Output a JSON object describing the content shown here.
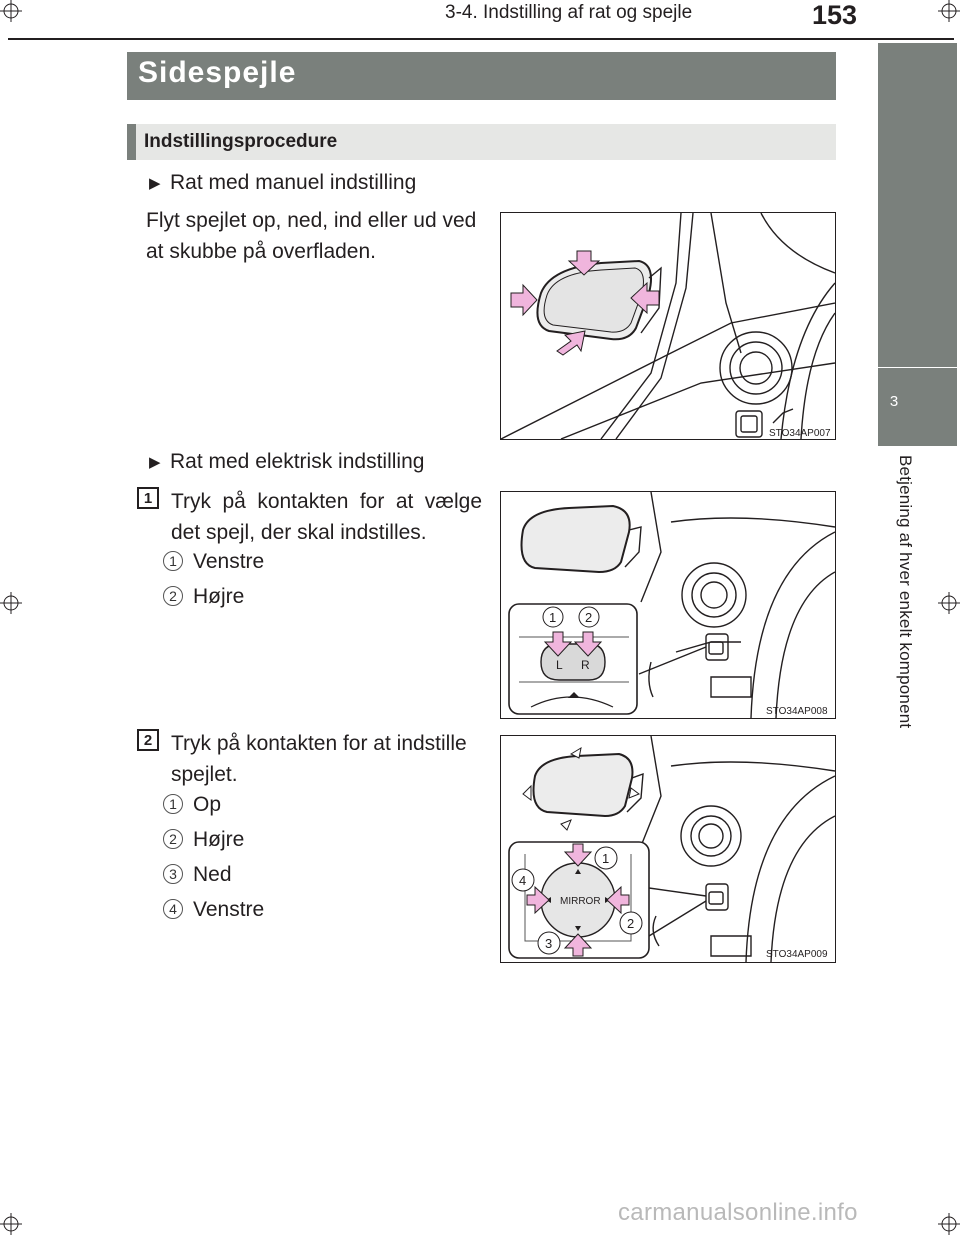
{
  "header": {
    "section": "3-4. Indstilling af rat og spejle",
    "page_number": "153"
  },
  "side_tab": {
    "chapter_number": "3",
    "chapter_title": "Betjening af hver enkelt komponent"
  },
  "title": "Sidespejle",
  "subtitle": "Indstillingsprocedure",
  "manual": {
    "bullet": "Rat med manuel indstilling",
    "text": "Flyt spejlet op, ned, ind eller ud ved at skubbe på overfladen.",
    "figure_code": "STO34AP007"
  },
  "electric": {
    "bullet": "Rat med elektrisk indstilling",
    "step1": {
      "number": "1",
      "text": "Tryk på kontakten for at vælge det spejl, der skal indstilles.",
      "items": [
        {
          "n": "1",
          "label": "Venstre"
        },
        {
          "n": "2",
          "label": "Højre"
        }
      ],
      "figure_code": "STO34AP008",
      "switch_labels": [
        "L",
        "R"
      ]
    },
    "step2": {
      "number": "2",
      "text": "Tryk på kontakten for at indstille spejlet.",
      "items": [
        {
          "n": "1",
          "label": "Op"
        },
        {
          "n": "2",
          "label": "Højre"
        },
        {
          "n": "3",
          "label": "Ned"
        },
        {
          "n": "4",
          "label": "Venstre"
        }
      ],
      "figure_code": "STO34AP009",
      "switch_label": "MIRROR"
    }
  },
  "footer": {
    "watermark": "carmanualsonline.info"
  }
}
